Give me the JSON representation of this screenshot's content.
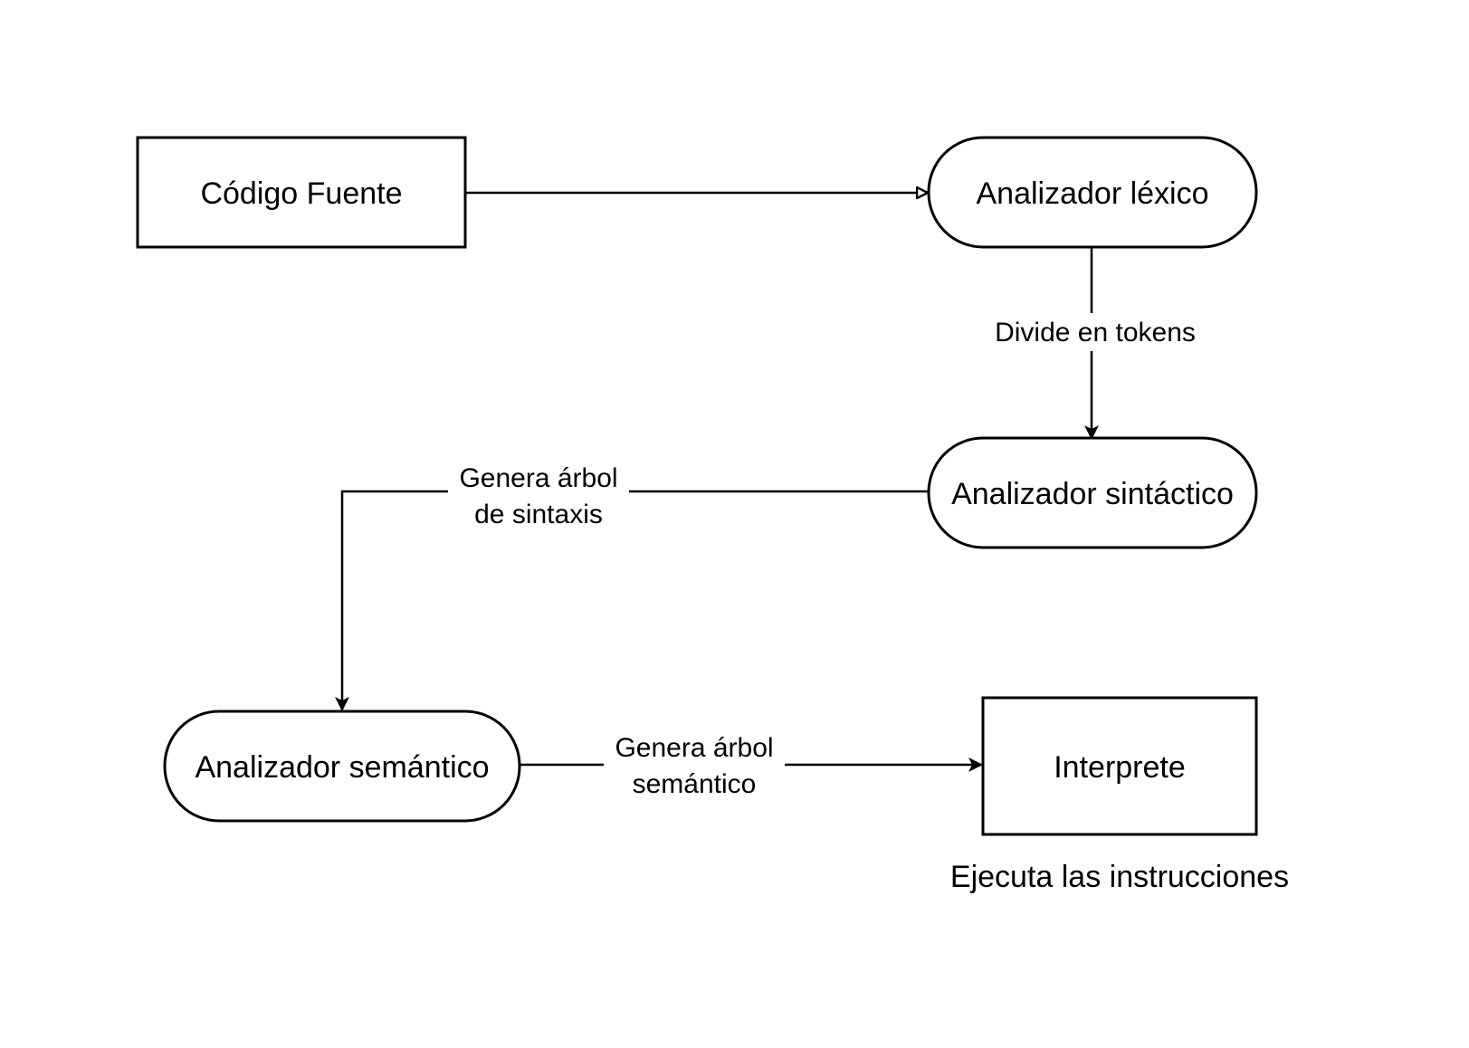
{
  "nodes": {
    "codigo_fuente": "Código Fuente",
    "analizador_lexico": "Analizador léxico",
    "analizador_sintactico": "Analizador sintáctico",
    "analizador_semantico": "Analizador semántico",
    "interprete": "Interprete"
  },
  "edges": {
    "lexico_to_sintactico": "Divide en tokens",
    "sintactico_to_semantico_line1": "Genera árbol",
    "sintactico_to_semantico_line2": "de sintaxis",
    "semantico_to_interprete_line1": "Genera árbol",
    "semantico_to_interprete_line2": "semántico"
  },
  "annotations": {
    "interprete_caption": "Ejecuta las instrucciones"
  },
  "colors": {
    "stroke": "#000000",
    "fill": "#ffffff",
    "text": "#000000"
  }
}
